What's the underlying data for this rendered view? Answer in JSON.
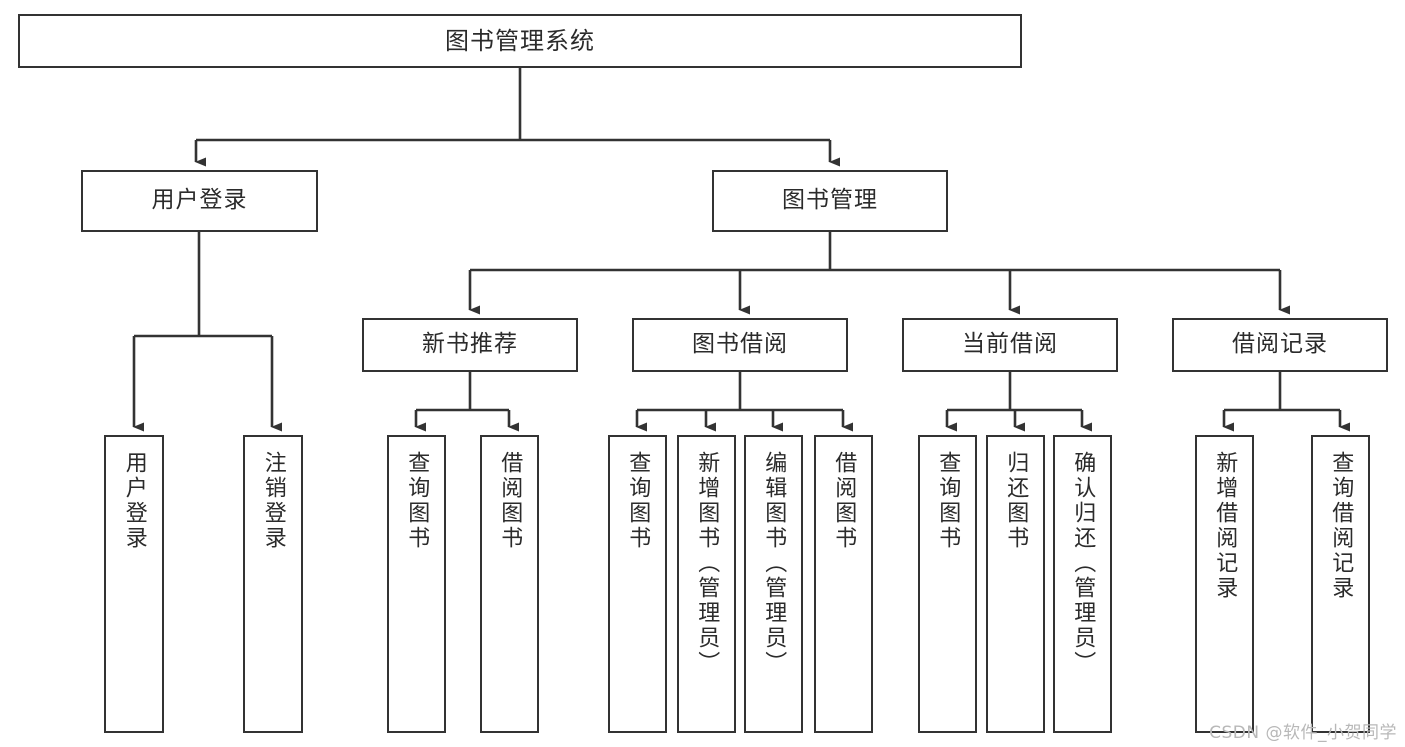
{
  "diagram": {
    "title": "图书管理系统",
    "type": "tree-hierarchy-chart",
    "root": {
      "label": "图书管理系统"
    },
    "level2": [
      {
        "label": "用户登录"
      },
      {
        "label": "图书管理"
      }
    ],
    "level3": [
      {
        "label": "新书推荐"
      },
      {
        "label": "图书借阅"
      },
      {
        "label": "当前借阅"
      },
      {
        "label": "借阅记录"
      }
    ],
    "leaves": {
      "user_login": [
        {
          "label": "用户登录"
        },
        {
          "label": "注销登录"
        }
      ],
      "new_book_recommend": [
        {
          "label": "查询图书"
        },
        {
          "label": "借阅图书"
        }
      ],
      "book_borrow": [
        {
          "label": "查询图书"
        },
        {
          "label": "新增图书（管理员）"
        },
        {
          "label": "编辑图书（管理员）"
        },
        {
          "label": "借阅图书"
        }
      ],
      "current_borrow": [
        {
          "label": "查询图书"
        },
        {
          "label": "归还图书"
        },
        {
          "label": "确认归还（管理员）"
        }
      ],
      "borrow_record": [
        {
          "label": "新增借阅记录"
        },
        {
          "label": "查询借阅记录"
        }
      ]
    }
  },
  "watermark": {
    "text": "CSDN @软件_小贺同学"
  },
  "colors": {
    "box_border": "#333333",
    "box_fill": "#ffffff",
    "text": "#2b2b2b",
    "connector": "#333333",
    "watermark": "#b8b8b8",
    "page_background": "#ffffff"
  }
}
